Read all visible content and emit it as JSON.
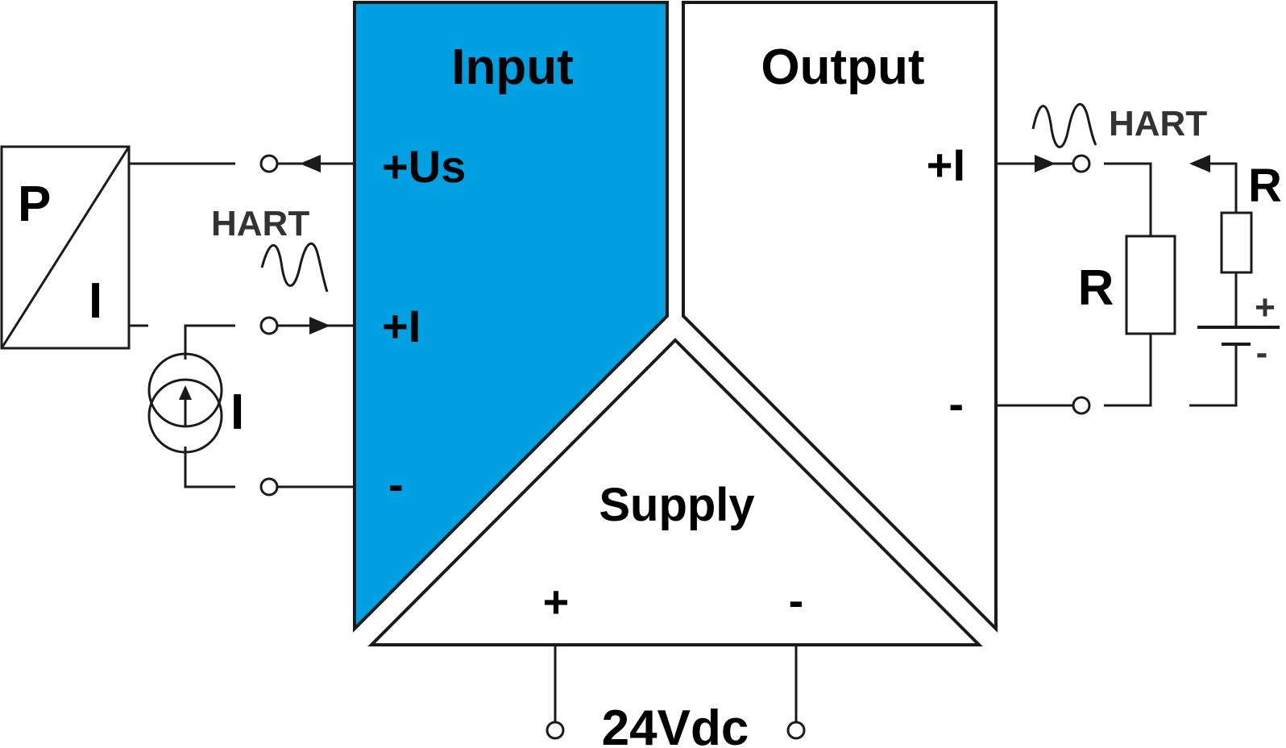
{
  "colors": {
    "input_block": "#00a0e3",
    "line": "#1a1a1a",
    "background": "#ffffff"
  },
  "blocks": {
    "input_title": "Input",
    "output_title": "Output",
    "supply_title": "Supply"
  },
  "input_terminals": {
    "us_label": "+Us",
    "i_label": "+I",
    "minus_label": "-"
  },
  "output_terminals": {
    "i_label": "+I",
    "minus_label": "-"
  },
  "supply_terminals": {
    "plus_label": "+",
    "minus_label": "-",
    "voltage_label": "24Vdc"
  },
  "transmitter": {
    "p_label": "P",
    "i_label": "I"
  },
  "current_source": {
    "label": "I"
  },
  "hart": {
    "input_label": "HART",
    "output_label": "HART"
  },
  "load": {
    "resistor_label": "R",
    "alt_resistor_label": "R",
    "battery_plus": "+",
    "battery_minus": "-"
  }
}
